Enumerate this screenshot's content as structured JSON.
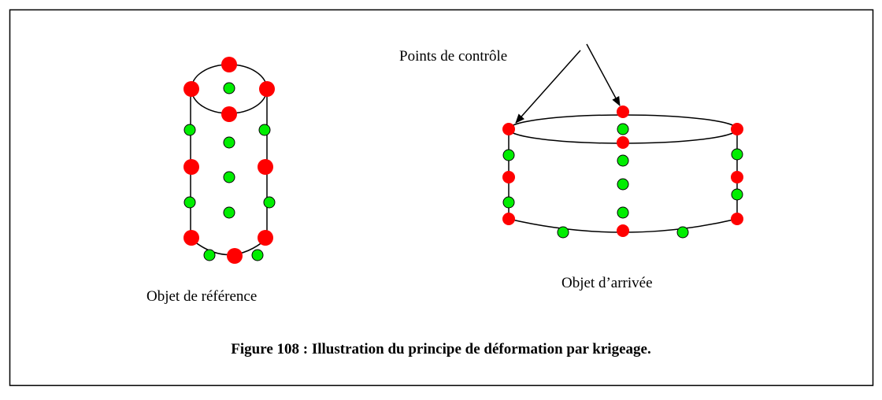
{
  "labels": {
    "control_points": "Points de contrôle",
    "reference_object": "Objet de référence",
    "target_object": "Objet d’arrivée"
  },
  "caption": "Figure 108 : Illustration du principe de déformation par krigeage.",
  "colors": {
    "control_point": "#ff0000",
    "interpolated_point": "#00ee00",
    "stroke": "#000000",
    "frame": "#000000"
  }
}
